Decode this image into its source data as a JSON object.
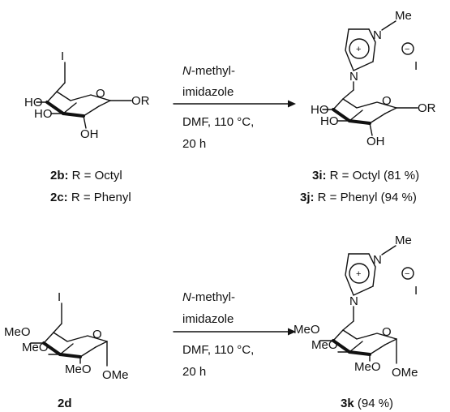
{
  "reactions": [
    {
      "reagent_line1_italic": "N",
      "reagent_line1_rest": "-methyl-",
      "reagent_line2": "imidazole",
      "conditions_line1": "DMF, 110 °C,",
      "conditions_line2": "20 h",
      "start_atoms": {
        "iodo": "I",
        "oh4": "HO",
        "oh3": "HO",
        "oh2": "OH",
        "ring_o": "O",
        "or": "OR"
      },
      "start_labels": [
        {
          "id": "2b:",
          "text": " R = Octyl"
        },
        {
          "id": "2c:",
          "text": " R = Phenyl"
        }
      ],
      "product_atoms": {
        "oh4": "HO",
        "oh3": "HO",
        "oh2": "OH",
        "ring_o": "O",
        "or": "OR",
        "n_methyl": "N",
        "n_ring": "N",
        "methyl": "Me",
        "plus": "+",
        "minus": "−",
        "iodide": "I"
      },
      "product_labels": [
        {
          "id": "3i:",
          "text": " R = Octyl (81 %)"
        },
        {
          "id": "3j:",
          "text": " R = Phenyl (94 %)"
        }
      ]
    },
    {
      "reagent_line1_italic": "N",
      "reagent_line1_rest": "-methyl-",
      "reagent_line2": "imidazole",
      "conditions_line1": "DMF, 110 °C,",
      "conditions_line2": "20 h",
      "start_atoms": {
        "iodo": "I",
        "ome4": "MeO",
        "ome3": "MeO",
        "ome2": "MeO",
        "ring_o": "O",
        "ome1": "OMe"
      },
      "start_labels": [
        {
          "id": "2d",
          "text": ""
        }
      ],
      "product_atoms": {
        "ome4": "MeO",
        "ome3": "MeO",
        "ome2": "MeO",
        "ring_o": "O",
        "ome1": "OMe",
        "n_methyl": "N",
        "n_ring": "N",
        "methyl": "Me",
        "plus": "+",
        "minus": "−",
        "iodide": "I"
      },
      "product_labels": [
        {
          "id": "3k",
          "text": " (94 %)"
        }
      ]
    }
  ]
}
